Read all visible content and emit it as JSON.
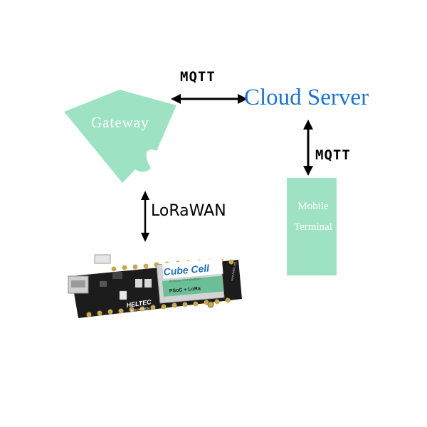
{
  "nodes": {
    "gateway": {
      "label": "Gateway",
      "fill": "#9de3c3"
    },
    "cloud_server": {
      "label": "Cloud Server",
      "color": "#1a73d9"
    },
    "mobile_terminal": {
      "line1": "Mobile",
      "line2": "Terminal",
      "fill": "#9de3c3"
    },
    "device": {
      "module_brand": "Cube Cell",
      "module_subtitle": "Arduino-Compatible",
      "module_chip": "PSoC + LoRa",
      "maker": "HELTEC",
      "maker_sub": "AUTOMATION",
      "url": "www.heltec.org"
    }
  },
  "links": {
    "gateway_cloud": {
      "label": "MQTT"
    },
    "cloud_mobile": {
      "label": "MQTT"
    },
    "gateway_device": {
      "label": "LoRaWAN"
    }
  },
  "colors": {
    "arrow": "#000000",
    "node_fill": "#9de3c3",
    "board": "#1c1c1c",
    "header_gold": "#c9a94a"
  }
}
